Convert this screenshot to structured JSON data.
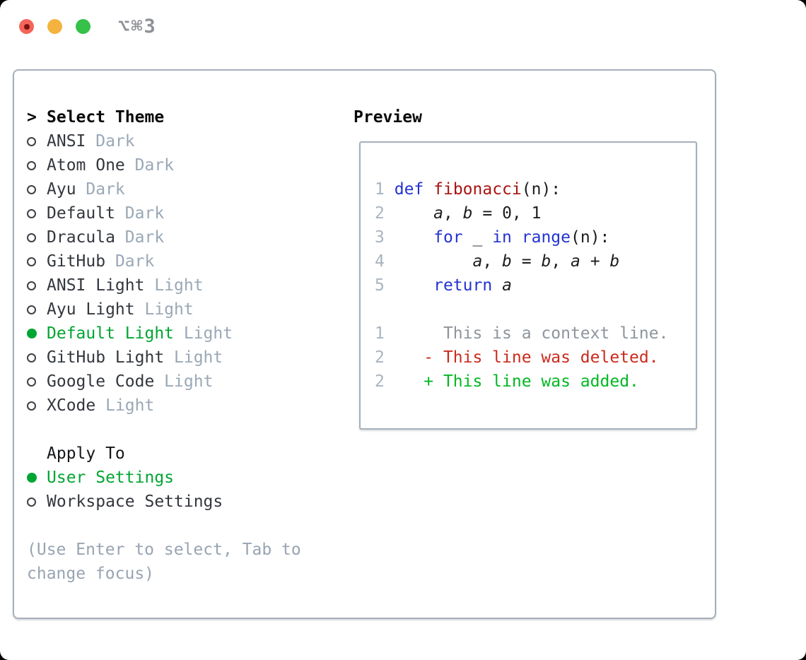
{
  "window": {
    "title": "⌥⌘3"
  },
  "theme_panel": {
    "header": {
      "cursor": ">",
      "label": "Select Theme"
    },
    "items": [
      {
        "name": "ANSI",
        "badge": "Dark",
        "selected": false
      },
      {
        "name": "Atom One",
        "badge": "Dark",
        "selected": false
      },
      {
        "name": "Ayu",
        "badge": "Dark",
        "selected": false
      },
      {
        "name": "Default",
        "badge": "Dark",
        "selected": false
      },
      {
        "name": "Dracula",
        "badge": "Dark",
        "selected": false
      },
      {
        "name": "GitHub",
        "badge": "Dark",
        "selected": false
      },
      {
        "name": "ANSI Light",
        "badge": "Light",
        "selected": false
      },
      {
        "name": "Ayu Light",
        "badge": "Light",
        "selected": false
      },
      {
        "name": "Default Light",
        "badge": "Light",
        "selected": true
      },
      {
        "name": "GitHub Light",
        "badge": "Light",
        "selected": false
      },
      {
        "name": "Google Code",
        "badge": "Light",
        "selected": false
      },
      {
        "name": "XCode",
        "badge": "Light",
        "selected": false
      }
    ],
    "apply_to": {
      "label": "Apply To",
      "options": [
        {
          "label": "User Settings",
          "selected": true
        },
        {
          "label": "Workspace Settings",
          "selected": false
        }
      ]
    },
    "hint_lines": [
      "(Use Enter to select, Tab to",
      "change focus)"
    ]
  },
  "preview": {
    "label": "Preview",
    "code_lines": [
      {
        "segments": [
          {
            "t": "1",
            "c": "ln"
          },
          {
            "t": " ",
            "c": ""
          },
          {
            "t": "def",
            "c": "kw"
          },
          {
            "t": " ",
            "c": ""
          },
          {
            "t": "fibonacci",
            "c": "fn"
          },
          {
            "t": "(n):",
            "c": ""
          }
        ]
      },
      {
        "segments": [
          {
            "t": "2",
            "c": "ln"
          },
          {
            "t": "     ",
            "c": ""
          },
          {
            "t": "a",
            "c": "v"
          },
          {
            "t": ", ",
            "c": ""
          },
          {
            "t": "b",
            "c": "v"
          },
          {
            "t": " = 0, 1",
            "c": ""
          }
        ]
      },
      {
        "segments": [
          {
            "t": "3",
            "c": "ln"
          },
          {
            "t": "     ",
            "c": ""
          },
          {
            "t": "for",
            "c": "kw"
          },
          {
            "t": " _ ",
            "c": ""
          },
          {
            "t": "in",
            "c": "kw"
          },
          {
            "t": " ",
            "c": ""
          },
          {
            "t": "range",
            "c": "kw"
          },
          {
            "t": "(n):",
            "c": ""
          }
        ]
      },
      {
        "segments": [
          {
            "t": "4",
            "c": "ln"
          },
          {
            "t": "         ",
            "c": ""
          },
          {
            "t": "a",
            "c": "v"
          },
          {
            "t": ", ",
            "c": ""
          },
          {
            "t": "b",
            "c": "v"
          },
          {
            "t": " = ",
            "c": ""
          },
          {
            "t": "b",
            "c": "v"
          },
          {
            "t": ", ",
            "c": ""
          },
          {
            "t": "a",
            "c": "v"
          },
          {
            "t": " + ",
            "c": ""
          },
          {
            "t": "b",
            "c": "v"
          }
        ]
      },
      {
        "segments": [
          {
            "t": "5",
            "c": "ln"
          },
          {
            "t": "     ",
            "c": ""
          },
          {
            "t": "return",
            "c": "kw"
          },
          {
            "t": " ",
            "c": ""
          },
          {
            "t": "a",
            "c": "v"
          }
        ]
      },
      {
        "segments": []
      },
      {
        "segments": [
          {
            "t": "1",
            "c": "ln"
          },
          {
            "t": "      This is a context line.",
            "c": "ctx"
          }
        ]
      },
      {
        "segments": [
          {
            "t": "2",
            "c": "ln"
          },
          {
            "t": "    - This line was deleted.",
            "c": "del"
          }
        ]
      },
      {
        "segments": [
          {
            "t": "2",
            "c": "ln"
          },
          {
            "t": "    + This line was added.",
            "c": "add"
          }
        ]
      }
    ]
  },
  "colors": {
    "selected_green": "#00a532",
    "keyword_blue": "#2333d1",
    "function_red": "#aa1212",
    "diff_deleted_red": "#cc2a1c",
    "diff_added_green": "#00b822",
    "context_gray": "#8e959c",
    "line_number_gray": "#a9b4bf",
    "badge_gray": "#9aa8b6",
    "item_text": "#33373d",
    "hint_gray": "#98a4b2",
    "border_gray": "#a6afba",
    "titlebar_gray": "#8e9196",
    "traffic_red": "#f4645a",
    "traffic_yellow": "#f3b33e",
    "traffic_green": "#35c14a"
  }
}
